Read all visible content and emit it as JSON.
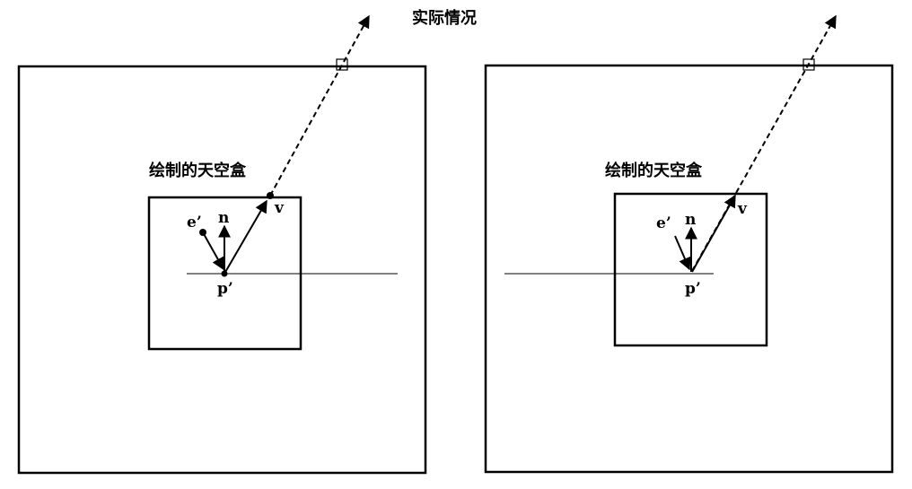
{
  "title": "实际情况",
  "panels": [
    {
      "skybox_label": "绘制的天空盒",
      "labels": {
        "e": "e’",
        "n": "n",
        "p": "p’",
        "v": "v"
      }
    },
    {
      "skybox_label": "绘制的天空盒",
      "labels": {
        "e": "e’",
        "n": "n",
        "p": "p’",
        "v": "v"
      }
    }
  ],
  "colors": {
    "stroke": "#000000",
    "background": "#ffffff"
  }
}
